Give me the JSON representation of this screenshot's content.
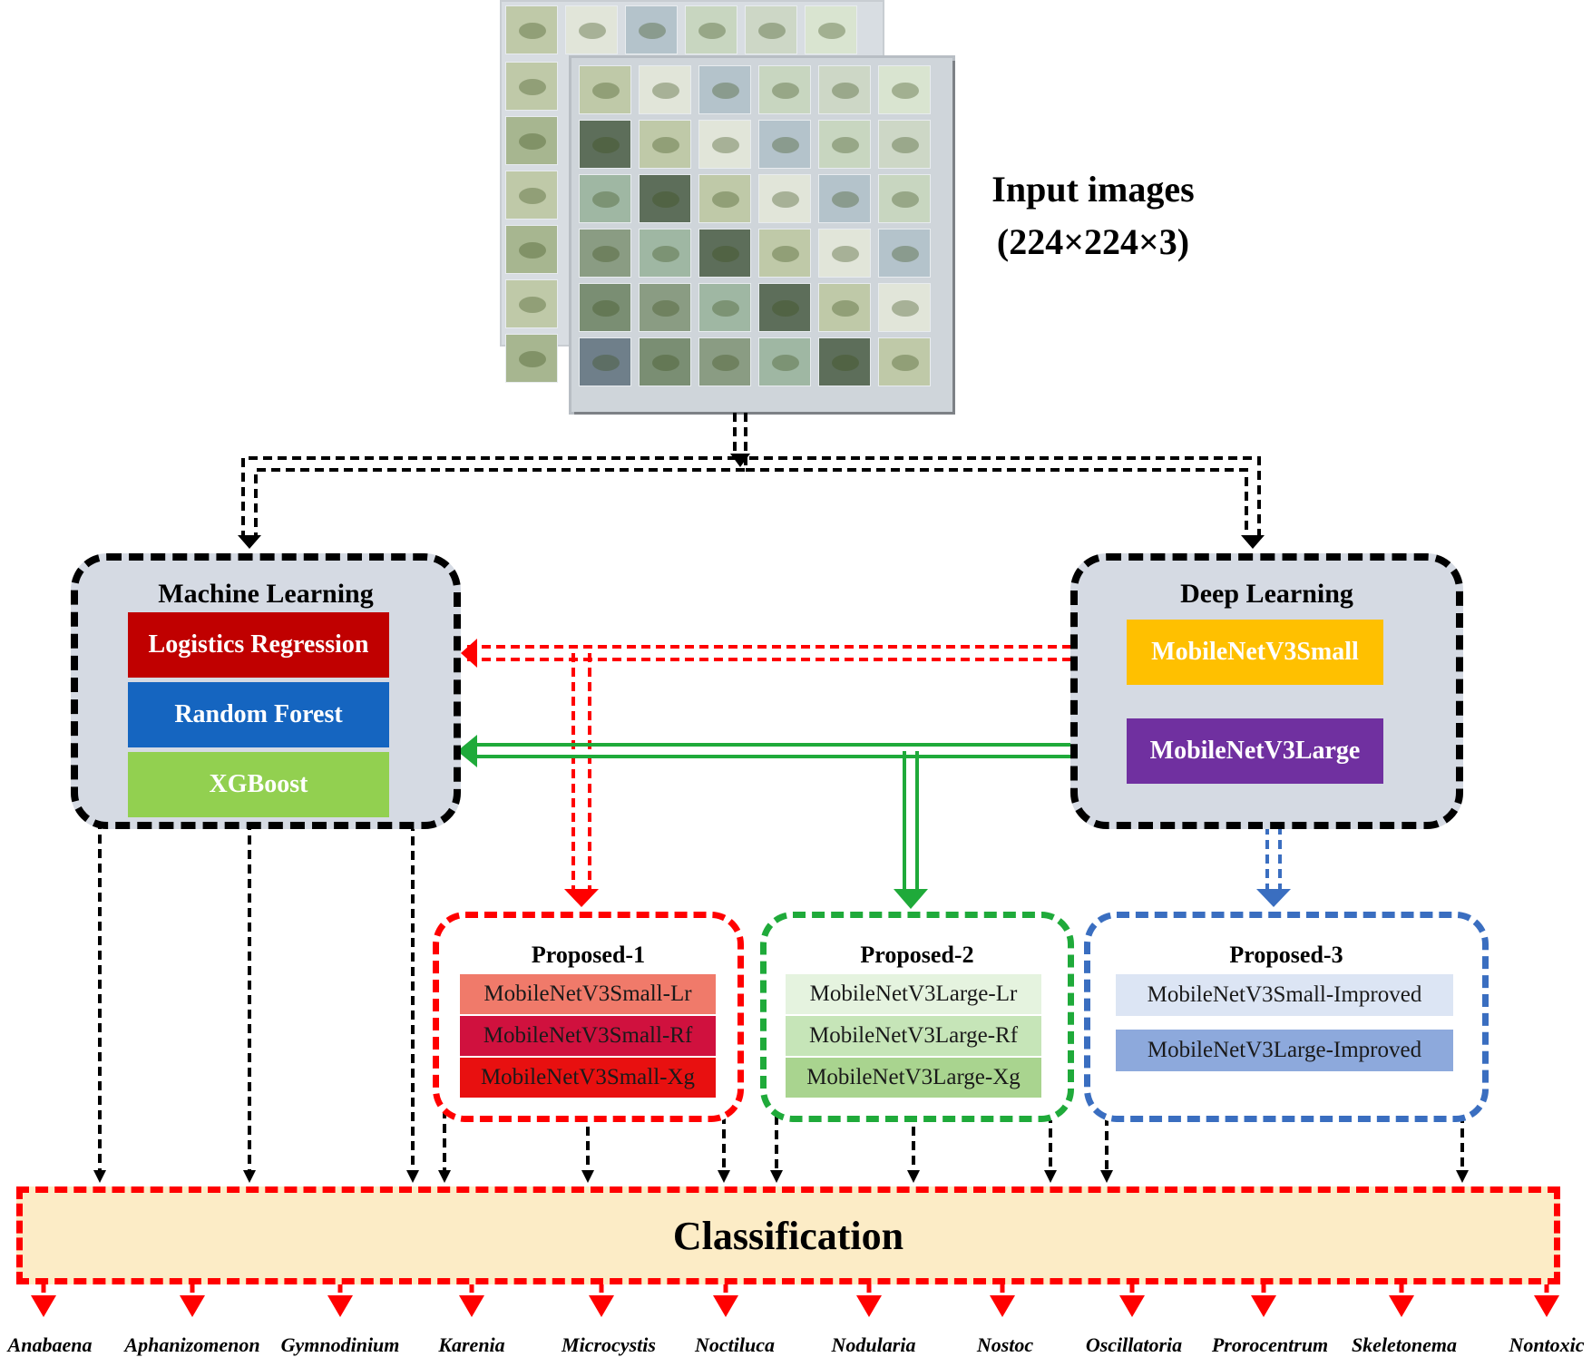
{
  "input": {
    "title_line1": "Input images",
    "title_line2": "(224×224×3)"
  },
  "machine_learning": {
    "title": "Machine Learning",
    "models": [
      "Logistics Regression",
      "Random Forest",
      "XGBoost"
    ]
  },
  "deep_learning": {
    "title": "Deep Learning",
    "models": [
      "MobileNetV3Small",
      "MobileNetV3Large"
    ]
  },
  "proposed": [
    {
      "title": "Proposed-1",
      "models": [
        "MobileNetV3Small-Lr",
        "MobileNetV3Small-Rf",
        "MobileNetV3Small-Xg"
      ]
    },
    {
      "title": "Proposed-2",
      "models": [
        "MobileNetV3Large-Lr",
        "MobileNetV3Large-Rf",
        "MobileNetV3Large-Xg"
      ]
    },
    {
      "title": "Proposed-3",
      "models": [
        "MobileNetV3Small-Improved",
        "MobileNetV3Large-Improved"
      ]
    }
  ],
  "classification": {
    "title": "Classification",
    "classes": [
      "Anabaena",
      "Aphanizomenon",
      "Gymnodinium",
      "Karenia",
      "Microcystis",
      "Noctiluca",
      "Nodularia",
      "Nostoc",
      "Oscillatoria",
      "Prorocentrum",
      "Skeletonema",
      "Nontoxic"
    ]
  },
  "colors": {
    "ml_lr": "#c00000",
    "ml_rf": "#1565c0",
    "ml_xgb": "#92d050",
    "dl_small": "#ffc000",
    "dl_large": "#7030a0",
    "proposed1": "#ff0000",
    "proposed2": "#1faa3a",
    "proposed3": "#3a6ec0",
    "classification_fill": "#fcecc6"
  }
}
